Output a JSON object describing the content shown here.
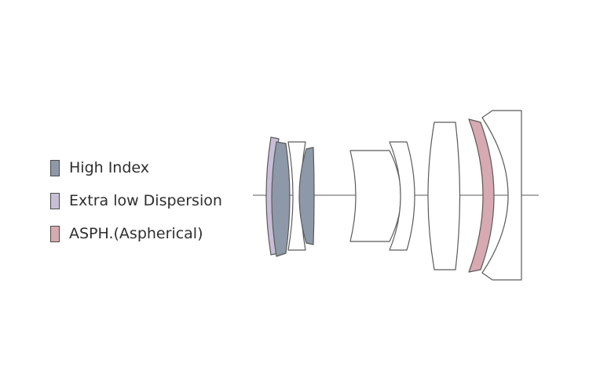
{
  "legend": [
    {
      "label": "High Index",
      "color": "#8d99a8"
    },
    {
      "label": "Extra low Dispersion",
      "color": "#c8bfd6"
    },
    {
      "label": "ASPH.(Aspherical)",
      "color": "#d7a9b1"
    }
  ],
  "elements": [
    {
      "type": "extra-low-dispersion",
      "color": "#c8bfd6"
    },
    {
      "type": "high-index",
      "color": "#8d99a8"
    },
    {
      "type": "standard",
      "color": "#ffffff"
    },
    {
      "type": "high-index",
      "color": "#8d99a8"
    },
    {
      "type": "standard",
      "color": "#ffffff"
    },
    {
      "type": "standard",
      "color": "#ffffff"
    },
    {
      "type": "standard",
      "color": "#ffffff"
    },
    {
      "type": "aspherical",
      "color": "#d7a9b1"
    },
    {
      "type": "standard",
      "color": "#ffffff"
    }
  ]
}
